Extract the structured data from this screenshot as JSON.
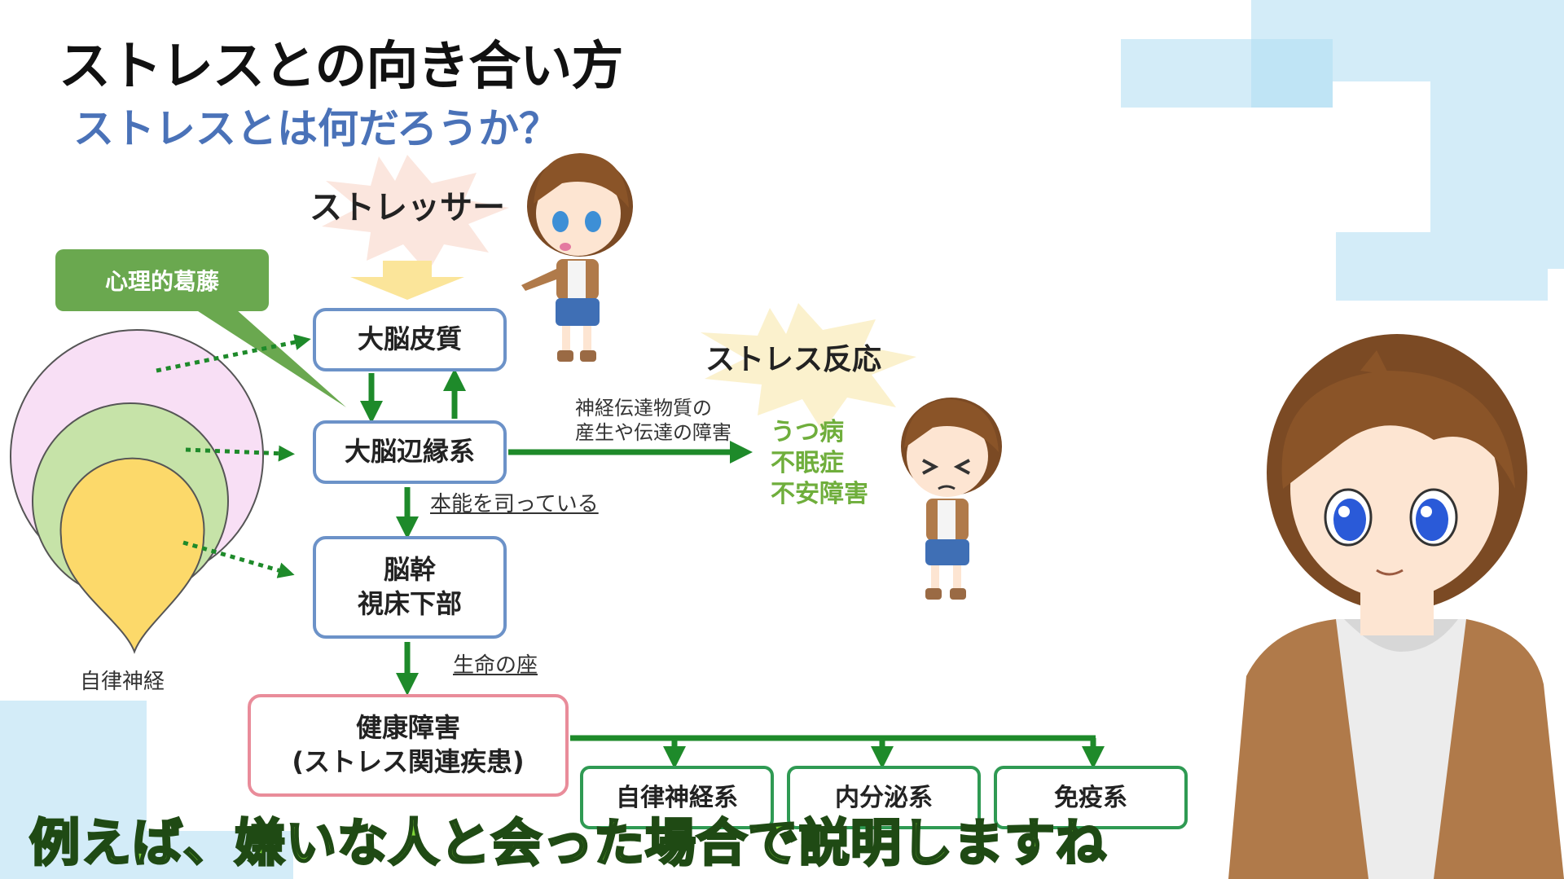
{
  "title": "ストレスとの向き合い方",
  "subtitle": "ストレスとは何だろうか？",
  "stressor_label": "ストレッサー",
  "stress_response_label": "ストレス反応",
  "callout": "心理的葛藤",
  "boxes": {
    "cortex": "大脳皮質",
    "limbic": "大脳辺縁系",
    "brainstem_line1": "脳幹",
    "brainstem_line2": "視床下部",
    "health_line1": "健康障害",
    "health_line2": "(ストレス関連疾患)",
    "autonomic_system": "自律神経系",
    "endocrine": "内分泌系",
    "immune": "免疫系"
  },
  "labels": {
    "neuro_line1": "神経伝達物質の",
    "neuro_line2": "産生や伝達の障害",
    "instinct": "本能を司っている",
    "seat_of_life": "生命の座",
    "autonomic_nerve": "自律神経"
  },
  "responses": [
    "うつ病",
    "不眠症",
    "不安障害"
  ],
  "caption": "例えば、嫌いな人と会った場合で説明しますね",
  "colors": {
    "title": "#111111",
    "subtitle": "#4a72b8",
    "box_border": "#6c92c8",
    "health_border": "#e98c9a",
    "arrow_green": "#1e8a2a",
    "callout_green": "#6aa84f",
    "response_text": "#6fae3c",
    "caption_fill": "#7fd637",
    "circle_outer": "#f8dff5",
    "circle_middle": "#c6e3a8",
    "circle_inner": "#fcd96a"
  }
}
